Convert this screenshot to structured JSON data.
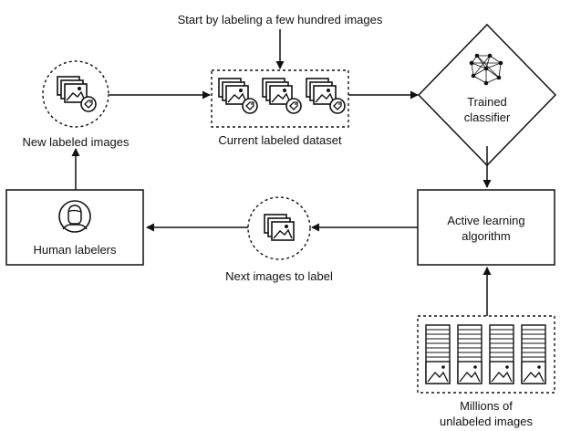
{
  "diagram": {
    "start_label": "Start by labeling a few hundred images",
    "current_dataset_label": "Current labeled dataset",
    "classifier_label_line1": "Trained",
    "classifier_label_line2": "classifier",
    "active_learning_line1": "Active learning",
    "active_learning_line2": "algorithm",
    "next_images_label": "Next images to label",
    "human_labelers_label": "Human labelers",
    "new_labeled_label": "New labeled images",
    "millions_line1": "Millions of",
    "millions_line2": "unlabeled images"
  },
  "colors": {
    "background": "#ffffff",
    "stroke": "#111111",
    "text": "#111111"
  },
  "icons": [
    "image-stack-with-tag-icon",
    "neural-network-icon",
    "image-stack-icon",
    "person-avatar-icon",
    "unlabeled-image-stack-icon"
  ]
}
